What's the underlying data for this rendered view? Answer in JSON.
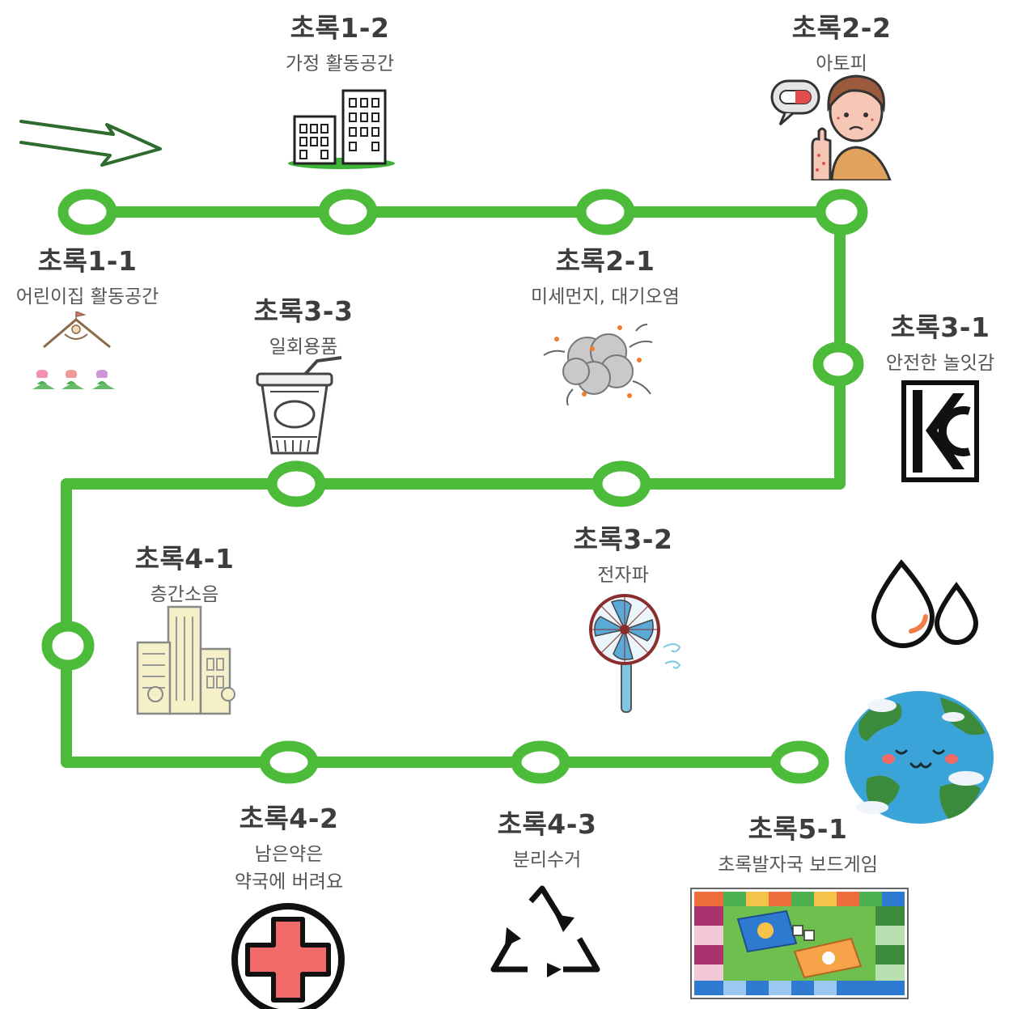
{
  "colors": {
    "route": "#4cbb3a",
    "title": "#3d3d3d",
    "subtitle": "#555555"
  },
  "stations": [
    {
      "id": "1-1",
      "title": "초록1-1",
      "subtitle": "어린이집 활동공간",
      "icon": "kids-tent-tulips-icon"
    },
    {
      "id": "1-2",
      "title": "초록1-2",
      "subtitle": "가정 활동공간",
      "icon": "apartment-buildings-icon"
    },
    {
      "id": "2-1",
      "title": "초록2-1",
      "subtitle": "미세먼지, 대기오염",
      "icon": "dust-cloud-icon"
    },
    {
      "id": "2-2",
      "title": "초록2-2",
      "subtitle": "아토피",
      "icon": "atopy-person-icon"
    },
    {
      "id": "3-1",
      "title": "초록3-1",
      "subtitle": "안전한 놀잇감",
      "icon": "kc-mark-icon"
    },
    {
      "id": "3-2",
      "title": "초록3-2",
      "subtitle": "전자파",
      "icon": "electric-fan-icon"
    },
    {
      "id": "3-3",
      "title": "초록3-3",
      "subtitle": "일회용품",
      "icon": "disposable-cup-icon"
    },
    {
      "id": "4-1",
      "title": "초록4-1",
      "subtitle": "층간소음",
      "icon": "high-rise-building-icon"
    },
    {
      "id": "4-2",
      "title": "초록4-2",
      "subtitle_lines": [
        "남은약은",
        "약국에 버려요"
      ],
      "icon": "pharmacy-cross-icon"
    },
    {
      "id": "4-3",
      "title": "초록4-3",
      "subtitle": "분리수거",
      "icon": "recycle-icon"
    },
    {
      "id": "5-1",
      "title": "초록5-1",
      "subtitle": "초록발자국 보드게임",
      "icon": "board-game-icon"
    }
  ],
  "extra_icons": [
    "direction-arrow-icon",
    "water-drops-icon",
    "smiling-earth-icon"
  ]
}
